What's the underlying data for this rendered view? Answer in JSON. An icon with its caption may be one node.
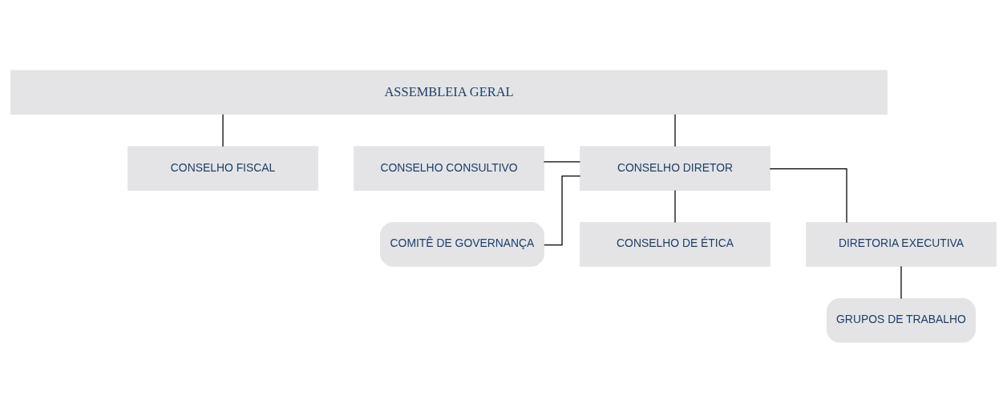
{
  "diagram": {
    "nodes": [
      {
        "text": [
          "ASSEMBLEIA GERAL"
        ]
      },
      {
        "text": [
          "CONSELHO CONSULTIVO"
        ]
      },
      {
        "text": [
          "CONSELHO DIRETOR"
        ]
      },
      {
        "text": [
          "CONSELHO FISCAL"
        ]
      },
      {
        "text": [
          "COMITÊ DE GOVERNANÇA"
        ]
      },
      {
        "text": [
          "CONSELHO DE ÉTICA"
        ]
      },
      {
        "text": [
          "DIRETORIA EXECUTIVA"
        ]
      },
      {
        "text": [
          "GRUPOS DE TRABALHO"
        ]
      }
    ],
    "edges": [
      {
        "from": 0,
        "to": 2,
        "arrow": "none"
      },
      {
        "from": 0,
        "to": 3,
        "arrow": "none"
      },
      {
        "from": 1,
        "to": 2,
        "arrow": "none"
      },
      {
        "from": 2,
        "to": 4,
        "arrow": "none"
      },
      {
        "from": 2,
        "to": 5,
        "arrow": "none"
      },
      {
        "from": 2,
        "to": 6,
        "arrow": "none"
      },
      {
        "from": 6,
        "to": 7,
        "arrow": "none"
      }
    ]
  }
}
